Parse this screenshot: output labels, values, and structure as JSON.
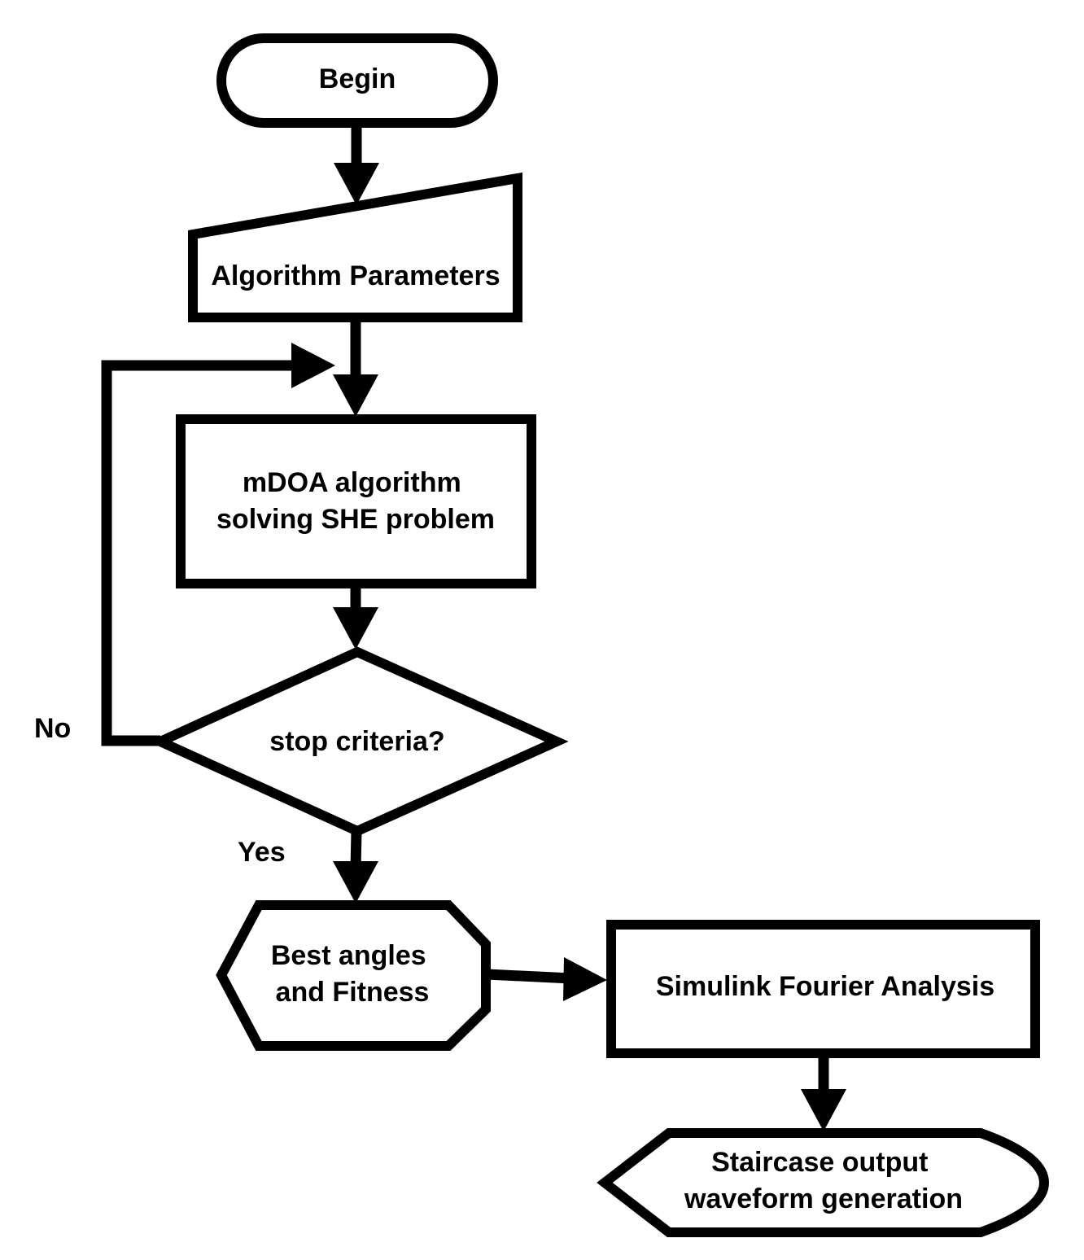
{
  "nodes": {
    "begin": {
      "lines": [
        "Begin"
      ]
    },
    "params": {
      "lines": [
        "Algorithm Parameters"
      ]
    },
    "algo": {
      "lines": [
        "mDOA algorithm",
        "solving SHE problem"
      ]
    },
    "decision": {
      "lines": [
        "stop criteria?"
      ]
    },
    "best": {
      "lines": [
        "Best angles",
        "and Fitness"
      ]
    },
    "simulink": {
      "lines": [
        "Simulink Fourier Analysis"
      ]
    },
    "staircase": {
      "lines": [
        "Staircase output",
        "waveform generation"
      ]
    }
  },
  "edge_labels": {
    "no": "No",
    "yes": "Yes"
  },
  "colors": {
    "stroke": "#000000",
    "fill": "#ffffff"
  }
}
